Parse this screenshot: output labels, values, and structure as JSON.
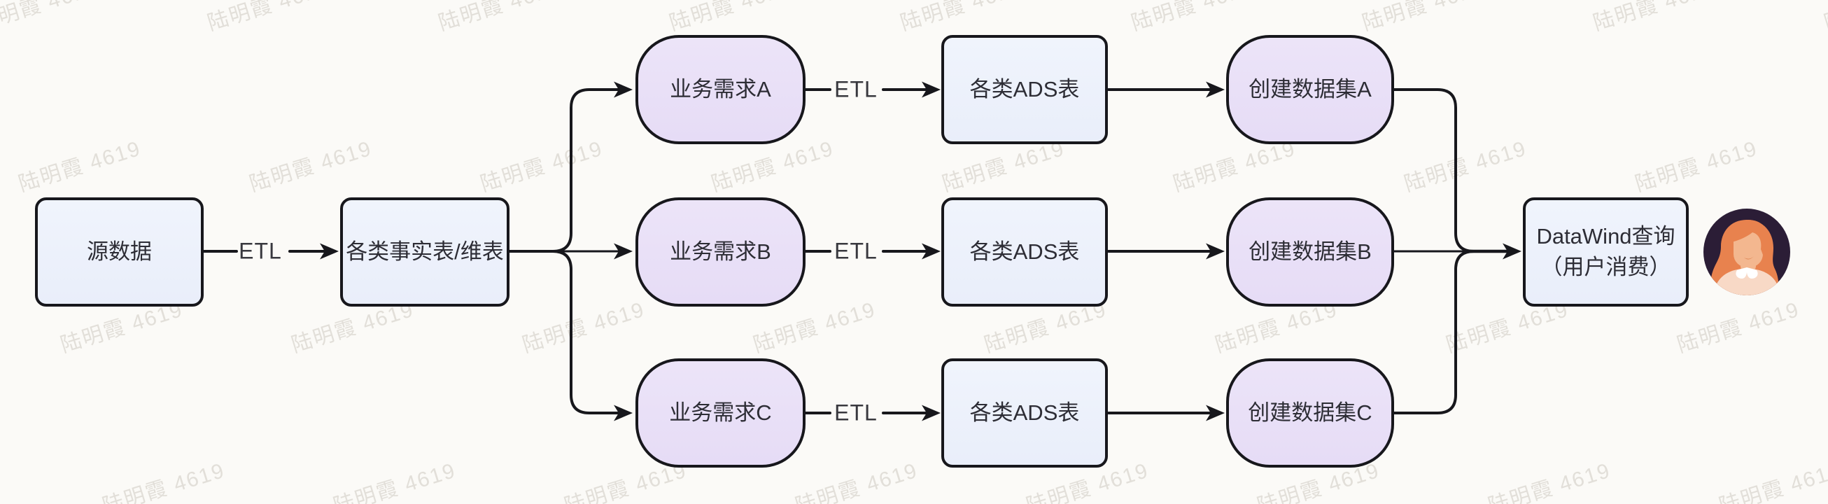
{
  "watermark": {
    "text": "陆明霞 4619",
    "color": "#e2dfd9"
  },
  "labels": {
    "etl": "ETL"
  },
  "nodes": {
    "source": {
      "label": "源数据"
    },
    "fact_dim": {
      "label": "各类事实表/维表"
    },
    "need_a": {
      "label": "业务需求A"
    },
    "need_b": {
      "label": "业务需求B"
    },
    "need_c": {
      "label": "业务需求C"
    },
    "ads_a": {
      "label": "各类ADS表"
    },
    "ads_b": {
      "label": "各类ADS表"
    },
    "ads_c": {
      "label": "各类ADS表"
    },
    "dataset_a": {
      "label": "创建数据集A"
    },
    "dataset_b": {
      "label": "创建数据集B"
    },
    "dataset_c": {
      "label": "创建数据集C"
    },
    "datawind": {
      "line1": "DataWind查询",
      "line2": "（用户消费）"
    }
  },
  "colors": {
    "background": "#fbfaf7",
    "stroke": "#17171c",
    "rect_fill": "#edf1fb",
    "stadium_fill": "#e9e0f7",
    "text": "#2d2d35",
    "avatar_bg": "#2b1d36",
    "avatar_hair": "#e8824e",
    "avatar_skin": "#f3b78f",
    "avatar_shirt": "#f8d9c6",
    "avatar_collar": "#ffffff"
  }
}
